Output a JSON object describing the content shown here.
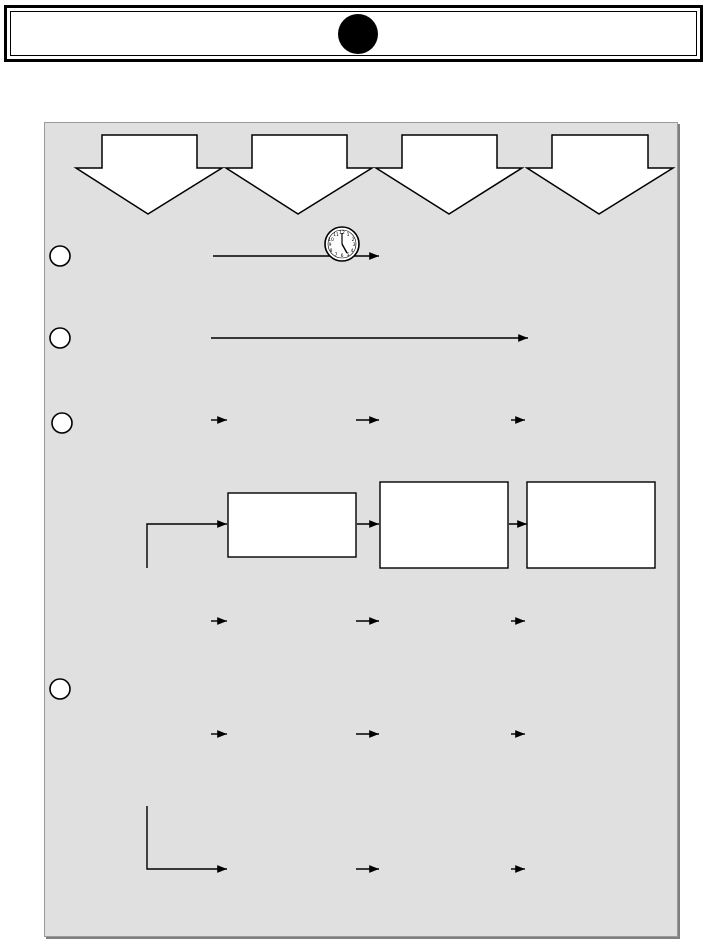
{
  "header": {
    "marker": "filled-circle"
  },
  "diagram": {
    "columns": 4,
    "row_markers": 4,
    "icons": [
      "clock-icon"
    ],
    "colors": {
      "panel": "#e0e0e0",
      "stroke": "#000000",
      "box_fill": "#ffffff"
    }
  }
}
